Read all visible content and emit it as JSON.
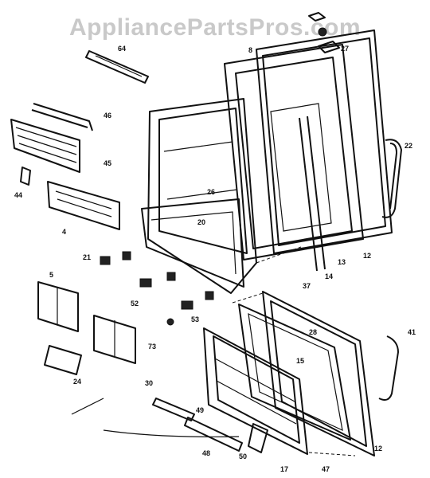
{
  "watermark": "AppliancePartsPros.com",
  "callouts": [
    {
      "id": "c-64-top",
      "text": "64"
    },
    {
      "id": "c-46",
      "text": "46"
    },
    {
      "id": "c-45",
      "text": "45"
    },
    {
      "id": "c-44",
      "text": "44"
    },
    {
      "id": "c-4",
      "text": "4"
    },
    {
      "id": "c-21",
      "text": "21"
    },
    {
      "id": "c-5",
      "text": "5"
    },
    {
      "id": "c-52",
      "text": "52"
    },
    {
      "id": "c-53",
      "text": "53"
    },
    {
      "id": "c-73",
      "text": "73"
    },
    {
      "id": "c-24",
      "text": "24"
    },
    {
      "id": "c-30",
      "text": "30"
    },
    {
      "id": "c-20",
      "text": "20"
    },
    {
      "id": "c-26",
      "text": "26"
    },
    {
      "id": "c-8",
      "text": "8"
    },
    {
      "id": "c-27-top",
      "text": "27"
    },
    {
      "id": "c-22",
      "text": "22"
    },
    {
      "id": "c-12-top",
      "text": "12"
    },
    {
      "id": "c-13",
      "text": "13"
    },
    {
      "id": "c-14",
      "text": "14"
    },
    {
      "id": "c-37",
      "text": "37"
    },
    {
      "id": "c-28",
      "text": "28"
    },
    {
      "id": "c-15",
      "text": "15"
    },
    {
      "id": "c-41",
      "text": "41"
    },
    {
      "id": "c-12-bottom",
      "text": "12"
    },
    {
      "id": "c-17",
      "text": "17"
    },
    {
      "id": "c-47",
      "text": "47"
    },
    {
      "id": "c-48",
      "text": "48"
    },
    {
      "id": "c-50",
      "text": "50"
    },
    {
      "id": "c-49",
      "text": "49"
    }
  ]
}
